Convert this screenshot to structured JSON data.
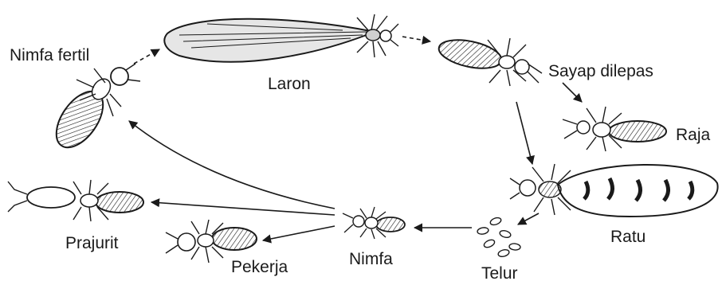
{
  "labels": {
    "fertile_nymph": "Nimfa fertil",
    "alate": "Laron",
    "dealate": "Sayap dilepas",
    "king": "Raja",
    "queen": "Ratu",
    "eggs": "Telur",
    "nymph": "Nimfa",
    "worker": "Pekerja",
    "soldier": "Prajurit"
  },
  "colors": {
    "ink": "#1a1a1a",
    "paper": "#ffffff",
    "wing_fill": "#e6e6e6",
    "body_fill": "#d0d0d0"
  }
}
